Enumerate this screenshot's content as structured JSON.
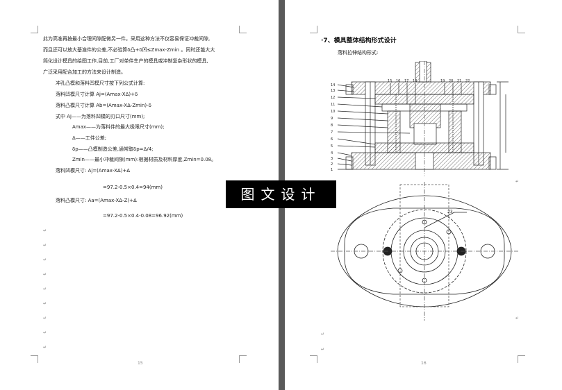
{
  "left_page": {
    "lines": [
      "此为高准再按最小合理间隙配做另一件。采用这种方法不仅容易保证冲裁间隙,",
      "而且还可以放大基准件的公差,不必验算δ凸+δ凹≤Zmax-Zmin 。同时还能大大",
      "简化设计模具的绘图工作,目前,工厂对单件生产的模具或冲制复杂形状的模具,",
      "广泛采用配合加工的方法来设计制造。"
    ],
    "formula_intro": "冲孔凸模和落料凹模尺寸按下列公式计算:",
    "f1": "落料凹模尺寸计算   Aj=(Amax-XΔ)+δ",
    "f2": "落料凸模尺寸计算   Ab=(Amax-XΔ-Zmin)-δ",
    "where": [
      "式中  Aj——为落料凹模的刃口尺寸(mm);",
      "Amax——为落料件的最大极限尺寸(mm);",
      "Δ——工件公差;",
      "δp——凸模制造公差,通常取δp=Δ/4;",
      "Zmin——最小冲裁间隙(mm):根据材质及材料厚度,Zmin=0.08。"
    ],
    "die_label": "落料凹模尺寸: Aj=(Amax-XΔ)+Δ",
    "die_value": "=97.2-0.5×0.4=94(mm)",
    "punch_label": "落料凸模尺寸: Aa=(Amax-XΔ-Z)+Δ",
    "punch_value": "=97.2-0.5×0.4-0.08=96.92(mm)",
    "page_number": "15"
  },
  "right_page": {
    "heading": "·7、模具整体结构形式设计",
    "subheading": "落料拉伸结构形式:",
    "callout_top": [
      "15",
      "16",
      "17",
      "18",
      "19",
      "20",
      "21",
      "22"
    ],
    "callout_left": [
      "14",
      "13",
      "12",
      "11",
      "10",
      "9",
      "8",
      "7",
      "6",
      "5",
      "4",
      "3",
      "2",
      "1"
    ],
    "callout_23": "23",
    "page_number": "16"
  },
  "watermark": "图文设计"
}
